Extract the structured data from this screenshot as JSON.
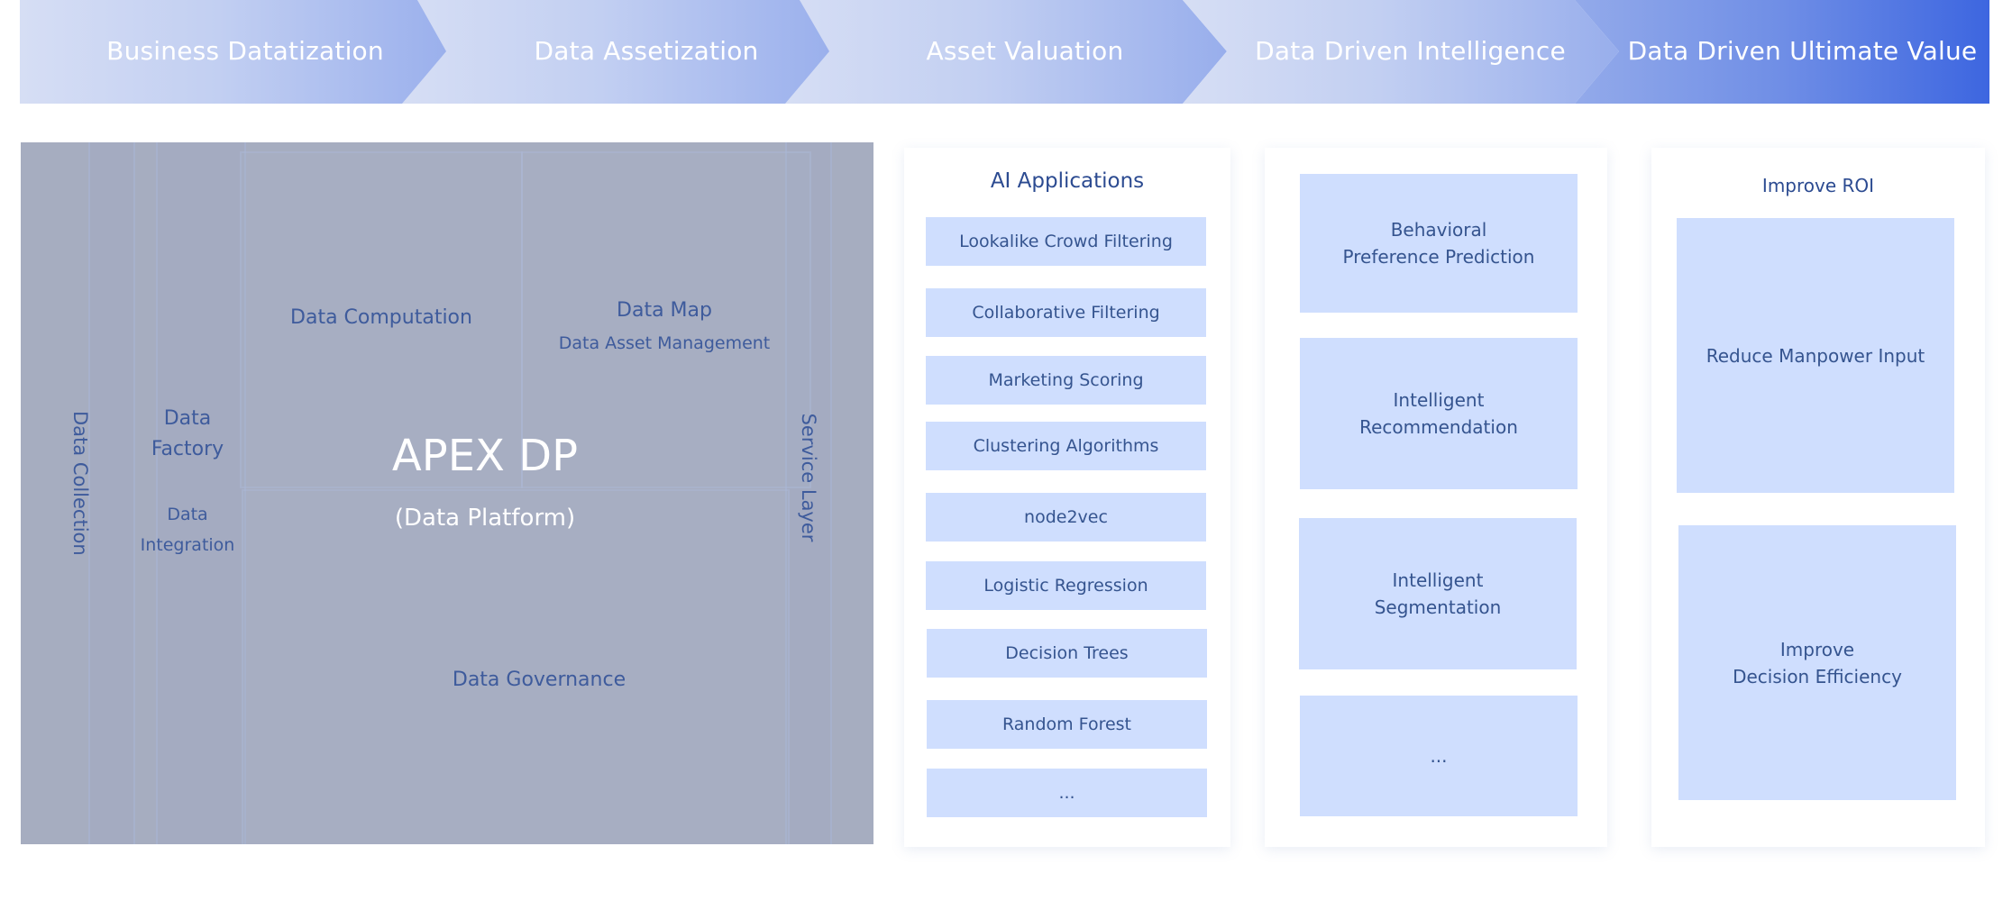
{
  "banner": {
    "stages": [
      "Business Datatization",
      "Data Assetization",
      "Asset Valuation",
      "Data Driven Intelligence",
      "Data Driven Ultimate Value"
    ],
    "colors": {
      "light": "#d3dcf3",
      "mid": "#98afec",
      "strong": "#3d66e0"
    }
  },
  "platform": {
    "data_collection": "Data Collection",
    "data_factory": [
      "Data",
      "Factory"
    ],
    "data_integration": [
      "Data",
      "Integration"
    ],
    "data_computation": "Data Computation",
    "data_map": "Data Map",
    "data_asset_management": "Data Asset Management",
    "apex_title": "APEX DP",
    "apex_subtitle": "(Data Platform)",
    "data_governance": "Data Governance",
    "service_layer": "Service Layer",
    "colors": {
      "background": "#a6adc0",
      "text": "#3e5b9c"
    }
  },
  "ai_applications": {
    "title": "AI Applications",
    "items": [
      "Lookalike Crowd Filtering",
      "Collaborative Filtering",
      "Marketing Scoring",
      "Clustering Algorithms",
      "node2vec",
      "Logistic Regression",
      "Decision Trees",
      "Random Forest",
      "..."
    ]
  },
  "intelligence": {
    "items": [
      [
        "Behavioral",
        "Preference  Prediction"
      ],
      [
        "Intelligent",
        "Recommendation"
      ],
      [
        "Intelligent",
        "Segmentation"
      ],
      [
        "..."
      ]
    ]
  },
  "value": {
    "title": "Improve ROI",
    "items": [
      [
        "Reduce Manpower Input"
      ],
      [
        "Improve",
        "Decision Efficiency"
      ]
    ]
  },
  "colors": {
    "chip": "#cfdefe",
    "chip_text": "#35548f"
  }
}
